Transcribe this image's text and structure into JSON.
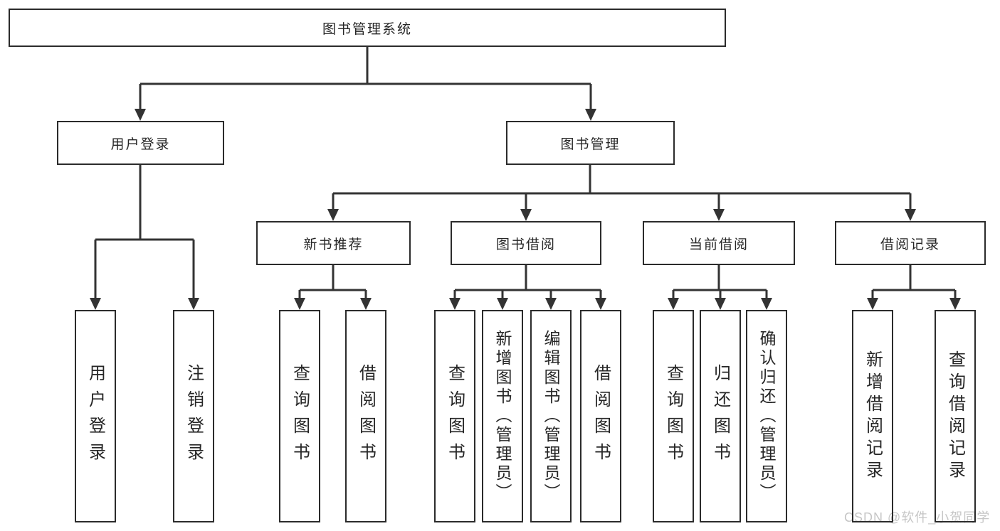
{
  "title": "图书管理系统",
  "watermark": "CSDN @软件_小贺同学",
  "colors": {
    "line": "#333333",
    "border": "#2b2b2b",
    "text": "#262626",
    "background": "#ffffff",
    "watermark": "#c6c6c6"
  },
  "nodes": {
    "root": {
      "label": "图书管理系统"
    },
    "user_login": {
      "label": "用户登录"
    },
    "book_management": {
      "label": "图书管理"
    },
    "new_book_recommend": {
      "label": "新书推荐"
    },
    "book_borrowing": {
      "label": "图书借阅"
    },
    "current_borrowing": {
      "label": "当前借阅"
    },
    "borrow_records": {
      "label": "借阅记录"
    },
    "login_user": {
      "label": "用户登录"
    },
    "logout_user": {
      "label": "注销登录"
    },
    "nb_query_books": {
      "label": "查询图书"
    },
    "nb_borrow_books": {
      "label": "借阅图书"
    },
    "bb_query_books": {
      "label": "查询图书"
    },
    "bb_add_books": {
      "label": "新增图书（管理员）"
    },
    "bb_edit_books": {
      "label": "编辑图书（管理员）"
    },
    "bb_borrow_books": {
      "label": "借阅图书"
    },
    "cb_query_books": {
      "label": "查询图书"
    },
    "cb_return_books": {
      "label": "归还图书"
    },
    "cb_confirm_return": {
      "label": "确认归还（管理员）"
    },
    "br_add_record": {
      "label": "新增借阅记录"
    },
    "br_query_record": {
      "label": "查询借阅记录"
    }
  },
  "edges": [
    {
      "from": "root",
      "to": "user_login"
    },
    {
      "from": "root",
      "to": "book_management"
    },
    {
      "from": "user_login",
      "to": "login_user"
    },
    {
      "from": "user_login",
      "to": "logout_user"
    },
    {
      "from": "book_management",
      "to": "new_book_recommend"
    },
    {
      "from": "book_management",
      "to": "book_borrowing"
    },
    {
      "from": "book_management",
      "to": "current_borrowing"
    },
    {
      "from": "book_management",
      "to": "borrow_records"
    },
    {
      "from": "new_book_recommend",
      "to": "nb_query_books"
    },
    {
      "from": "new_book_recommend",
      "to": "nb_borrow_books"
    },
    {
      "from": "book_borrowing",
      "to": "bb_query_books"
    },
    {
      "from": "book_borrowing",
      "to": "bb_add_books"
    },
    {
      "from": "book_borrowing",
      "to": "bb_edit_books"
    },
    {
      "from": "book_borrowing",
      "to": "bb_borrow_books"
    },
    {
      "from": "current_borrowing",
      "to": "cb_query_books"
    },
    {
      "from": "current_borrowing",
      "to": "cb_return_books"
    },
    {
      "from": "current_borrowing",
      "to": "cb_confirm_return"
    },
    {
      "from": "borrow_records",
      "to": "br_add_record"
    },
    {
      "from": "borrow_records",
      "to": "br_query_record"
    }
  ]
}
